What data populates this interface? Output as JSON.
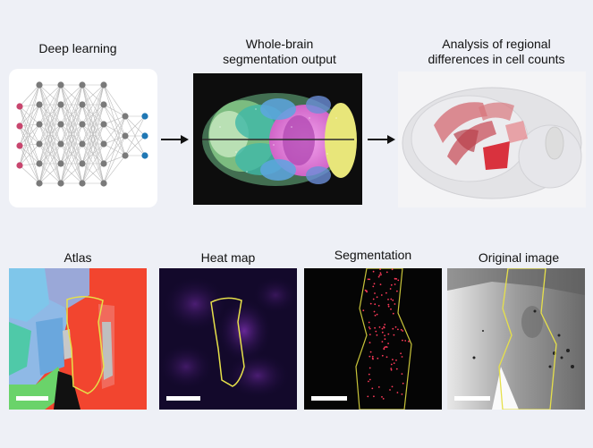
{
  "top": {
    "deep_learning_label": "Deep learning",
    "segmentation_label": "Whole-brain segmentation output",
    "analysis_label": "Analysis of regional differences in cell counts"
  },
  "bottom": {
    "atlas_label": "Atlas",
    "heatmap_label": "Heat map",
    "segmentation_label": "Segmentation",
    "original_label": "Original image"
  },
  "colors": {
    "input_node": "#c8466e",
    "hidden_node": "#7a7a7a",
    "output_node": "#1f77b4",
    "outline": "#e6e04a",
    "atlas_red": "#f2452f"
  }
}
